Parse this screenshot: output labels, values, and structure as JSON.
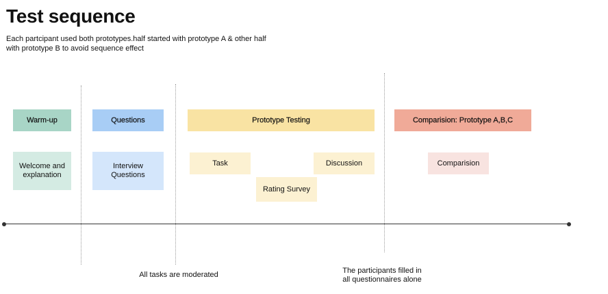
{
  "title": "Test sequence",
  "subtitle": {
    "line1": "Each partcipant used both prototypes.half started with prototype A & other half",
    "line2": "with prototype B to avoid sequence effect"
  },
  "phases": {
    "warmup": {
      "header": "Warm-up",
      "header_color": "#a8d5c6",
      "detail_line1": "Welcome and",
      "detail_line2": "explanation",
      "detail_color": "#d4ebe3"
    },
    "questions": {
      "header": "Questions",
      "header_color": "#a8cdf5",
      "detail_line1": "Interview",
      "detail_line2": "Questions",
      "detail_color": "#d4e6fb"
    },
    "prototype_testing": {
      "header": "Prototype Testing",
      "header_color": "#f9e3a3",
      "task": "Task",
      "rating_survey": "Rating Survey",
      "discussion": "Discussion",
      "detail_color": "#fcf1d2"
    },
    "comparison": {
      "header": "Comparision: Prototype A,B,C",
      "header_color": "#f0aa98",
      "detail": "Comparision",
      "detail_color": "#f8e3e0"
    }
  },
  "notes": {
    "moderated": "All tasks are moderated",
    "alone_line1": "The participants filled in",
    "alone_line2": "all questionnaires alone"
  }
}
